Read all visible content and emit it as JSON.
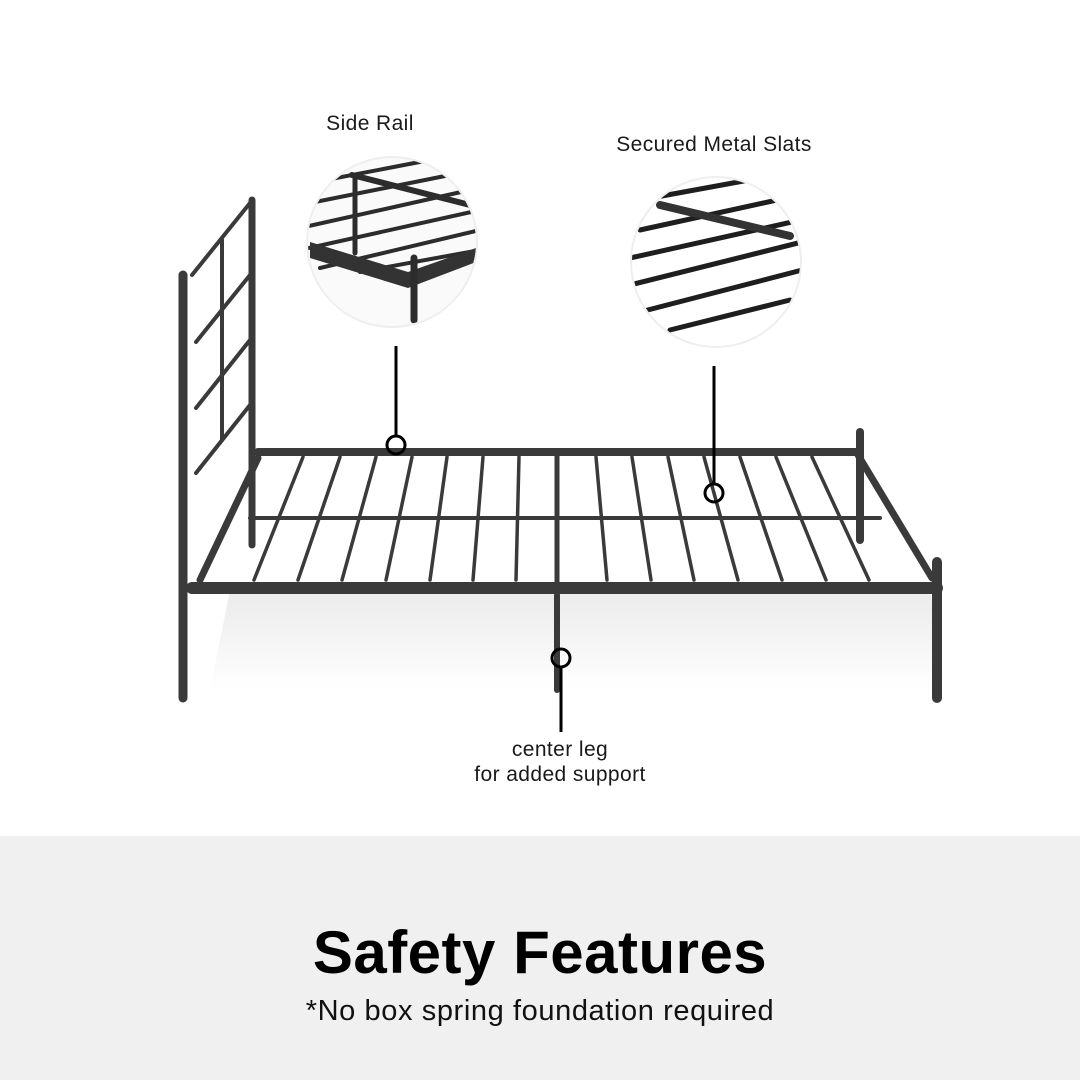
{
  "callouts": {
    "side_rail": "Side Rail",
    "metal_slats": "Secured Metal Slats",
    "center_leg_line1": "center leg",
    "center_leg_line2": "for added support"
  },
  "banner": {
    "title": "Safety Features",
    "subtitle": "*No box spring foundation required"
  },
  "colors": {
    "metal": "#3a3a3a",
    "banner_bg": "#f0f0f0",
    "text": "#111111"
  }
}
